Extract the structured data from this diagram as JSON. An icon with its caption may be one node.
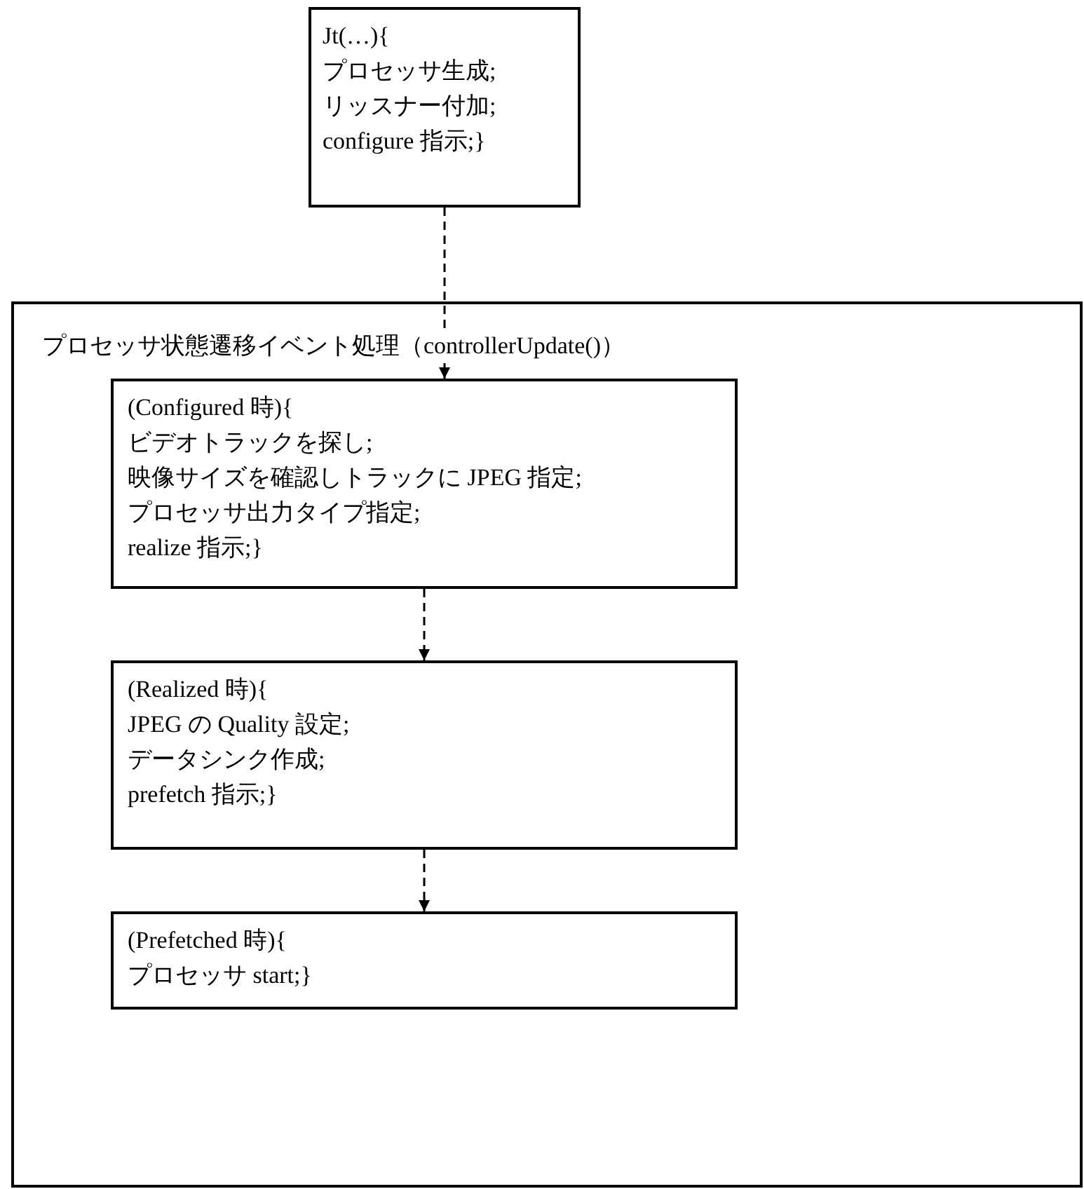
{
  "diagram": {
    "nodes": [
      {
        "text": [
          "Jt(…){",
          "プロセッサ生成;",
          "リッスナー付加;",
          "configure 指示;}"
        ]
      },
      {
        "text": [
          "プロセッサ状態遷移イベント処理（controllerUpdate()）"
        ]
      },
      {
        "text": [
          "(Configured 時){",
          "ビデオトラックを探し;",
          "映像サイズを確認しトラックに JPEG 指定;",
          "プロセッサ出力タイプ指定;",
          "realize 指示;}"
        ],
        "in": 1
      },
      {
        "text": [
          "(Realized 時){",
          "JPEG の Quality 設定;",
          "データシンク作成;",
          "prefetch 指示;}"
        ],
        "in": 1
      },
      {
        "text": [
          "(Prefetched 時){",
          "プロセッサ start;}"
        ],
        "in": 1
      }
    ],
    "edges": [
      {
        "from": 0,
        "to": 2,
        "arrow": "to",
        "style": "dashed"
      },
      {
        "from": 2,
        "to": 3,
        "arrow": "to",
        "style": "dashed"
      },
      {
        "from": 3,
        "to": 4,
        "arrow": "to",
        "style": "dashed"
      }
    ]
  }
}
